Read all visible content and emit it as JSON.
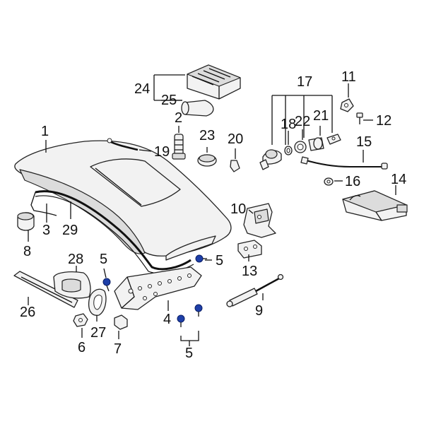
{
  "diagram": {
    "callouts": {
      "c1": "1",
      "c2": "2",
      "c3": "3",
      "c4": "4",
      "c5a": "5",
      "c5b": "5",
      "c5c": "5",
      "c6": "6",
      "c7": "7",
      "c8": "8",
      "c9": "9",
      "c10": "10",
      "c11": "11",
      "c12": "12",
      "c13": "13",
      "c14": "14",
      "c15": "15",
      "c16": "16",
      "c17": "17",
      "c18": "18",
      "c19": "19",
      "c20": "20",
      "c21": "21",
      "c22": "22",
      "c23": "23",
      "c24": "24",
      "c25": "25",
      "c26": "26",
      "c27": "27",
      "c28": "28",
      "c29": "29"
    },
    "colors": {
      "highlight": "#1e3fa8",
      "outline": "#222222",
      "fill": "#f2f2f2"
    }
  }
}
